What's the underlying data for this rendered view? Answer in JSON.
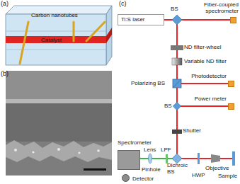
{
  "diagram": {
    "nodes": [
      {
        "text": [
          "Ti:S laser"
        ]
      },
      {
        "text": [
          "Fiber-coupled spectrometer"
        ]
      },
      {
        "text": [
          "Photodetector"
        ]
      },
      {
        "text": [
          "Power meter"
        ]
      },
      {
        "text": [
          "Spectrometer"
        ]
      },
      {
        "text": [
          "Detector"
        ]
      }
    ],
    "labels": [
      "(a)",
      "(b)",
      "(c)",
      "Carbon nanotubes",
      "Catalyst",
      "BS",
      "ND filter-wheel",
      "Variable ND filter",
      "Polarizing BS",
      "BS",
      "Shutter",
      "Lens",
      "LPF",
      "Pinhole",
      "Dichroic BS",
      "HWP",
      "Objective",
      "Sample"
    ]
  }
}
